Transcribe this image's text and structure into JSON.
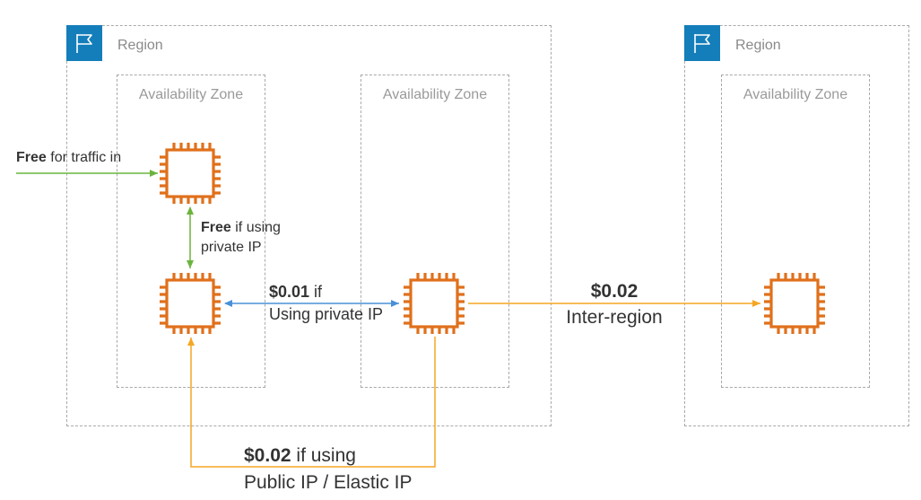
{
  "regions": [
    {
      "label": "Region"
    },
    {
      "label": "Region"
    }
  ],
  "availability_zones": [
    {
      "label": "Availability Zone"
    },
    {
      "label": "Availability Zone"
    },
    {
      "label": "Availability Zone"
    }
  ],
  "icons": {
    "region": "flag-icon",
    "instance": "ec2-instance-chip-icon"
  },
  "colors": {
    "region_flag_bg": "#147eba",
    "instance": "#e0701b",
    "free_arrow": "#6cb33e",
    "private_arrow": "#4a90d9",
    "paid_arrow": "#f5a623",
    "dashed_border": "#a9a9a9"
  },
  "labels": {
    "traffic_in": {
      "bold": "Free",
      "text": " for traffic in"
    },
    "same_az": {
      "bold": "Free",
      "line1": " if using",
      "line2": "private IP"
    },
    "cross_az_private": {
      "bold": "$0.01",
      "line1": " if",
      "line2": "Using private IP"
    },
    "inter_region": {
      "price": "$0.02",
      "text": "Inter-region"
    },
    "public_ip": {
      "bold": "$0.02",
      "line1": " if using",
      "line2": "Public IP / Elastic IP"
    }
  }
}
